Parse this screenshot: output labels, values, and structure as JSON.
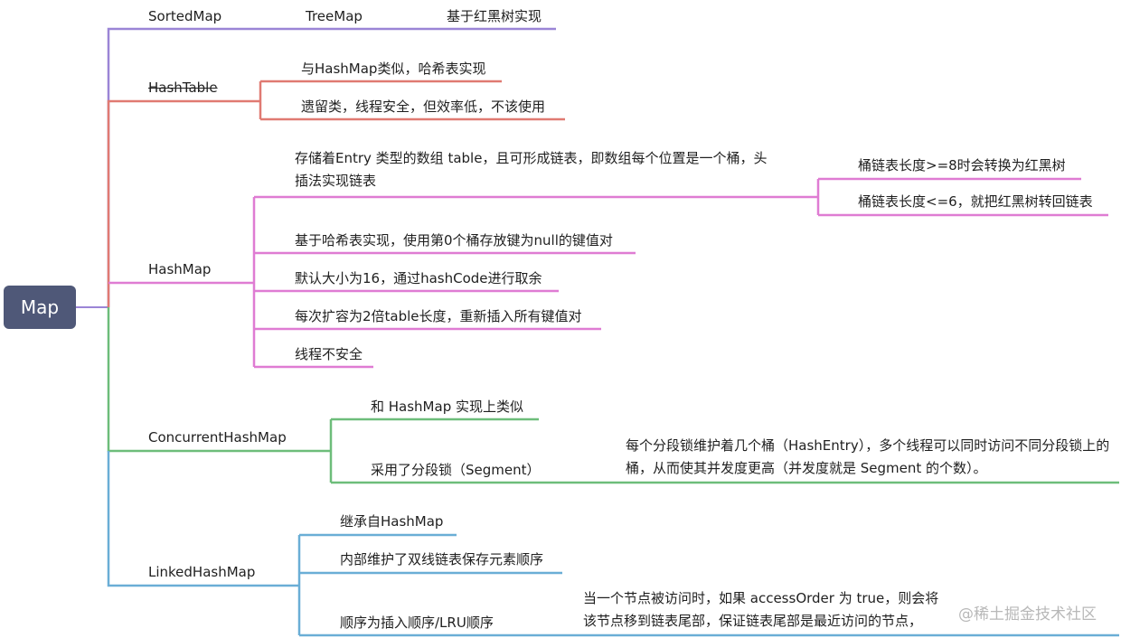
{
  "root": "Map",
  "colors": {
    "root_bg": "#4f5878",
    "sortedmap": "#9b85d6",
    "hashtable": "#e07a72",
    "hashmap": "#df7cd3",
    "concurrent": "#6dbd7a",
    "linked": "#6aaed6"
  },
  "branches": {
    "sortedmap": {
      "label": "SortedMap",
      "child": "TreeMap",
      "grandchild": "基于红黑树实现"
    },
    "hashtable": {
      "label": "HashTable",
      "children": [
        "与HashMap类似，哈希表实现",
        "遗留类，线程安全，但效率低，不该使用"
      ]
    },
    "hashmap": {
      "label": "HashMap",
      "entry": "存储着Entry 类型的数组 table，且可形成链表，即数组每个位置是一个桶，头插法实现链表",
      "bucket": [
        "桶链表长度>=8时会转换为红黑树",
        "桶链表长度<=6，就把红黑树转回链表"
      ],
      "children": [
        "基于哈希表实现，使用第0个桶存放键为null的键值对",
        "默认大小为16，通过hashCode进行取余",
        "每次扩容为2倍table长度，重新插入所有键值对",
        "线程不安全"
      ]
    },
    "concurrent": {
      "label": "ConcurrentHashMap",
      "child1": "和 HashMap 实现上类似",
      "child2": "采用了分段锁（Segment）",
      "detail": "每个分段锁维护着几个桶（HashEntry），多个线程可以同时访问不同分段锁上的桶，从而使其并发度更高（并发度就是 Segment 的个数）。"
    },
    "linked": {
      "label": "LinkedHashMap",
      "children": [
        "继承自HashMap",
        "内部维护了双线链表保存元素顺序"
      ],
      "order": "顺序为插入顺序/LRU顺序",
      "detail": "当一个节点被访问时，如果 accessOrder 为 true，则会将该节点移到链表尾部，保证链表尾部是最近访问的节点，"
    }
  },
  "watermark": "@稀土掘金技术社区"
}
